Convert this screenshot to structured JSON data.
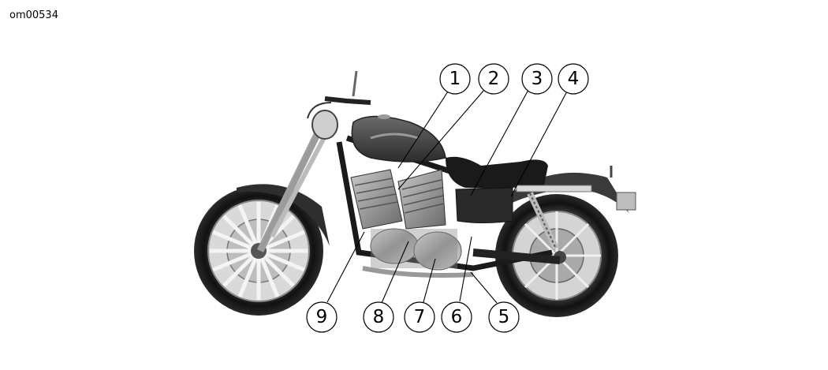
{
  "figure_id": "om00534",
  "callouts": [
    {
      "label": "1"
    },
    {
      "label": "2"
    },
    {
      "label": "3"
    },
    {
      "label": "4"
    },
    {
      "label": "5"
    },
    {
      "label": "6"
    },
    {
      "label": "7"
    },
    {
      "label": "8"
    },
    {
      "label": "9"
    }
  ],
  "image": {
    "subject": "motorcycle-side-view",
    "style": "grayscale-photo"
  }
}
